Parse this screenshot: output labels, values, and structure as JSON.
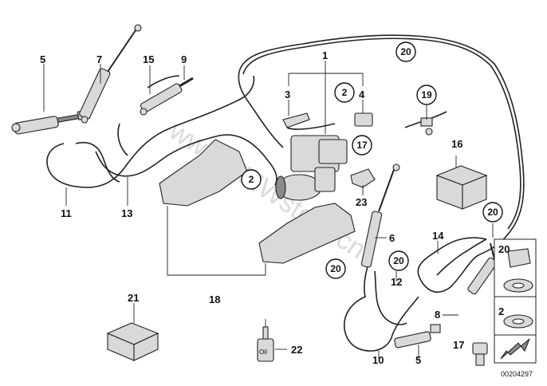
{
  "watermark": "www.BMWstore.cn",
  "document_id": "00204297",
  "labels": {
    "p1": "1",
    "p2a": "2",
    "p2b": "2",
    "p2c": "2",
    "p3": "3",
    "p4": "4",
    "p5a": "5",
    "p5b": "5",
    "p6": "6",
    "p7": "7",
    "p8": "8",
    "p9": "9",
    "p10": "10",
    "p11": "11",
    "p12": "12",
    "p13": "13",
    "p14": "14",
    "p15": "15",
    "p16": "16",
    "p17a": "17",
    "p17b": "17",
    "p18": "18",
    "p19": "19",
    "p20a": "20",
    "p20b": "20",
    "p20c": "20",
    "p20d": "20",
    "p20e": "20",
    "p21": "21",
    "p22": "22",
    "p23": "23"
  },
  "oil_label": "Oil",
  "colors": {
    "line": "#222222",
    "part_fill": "#d9d9d9",
    "watermark": "#bdbdbd"
  }
}
